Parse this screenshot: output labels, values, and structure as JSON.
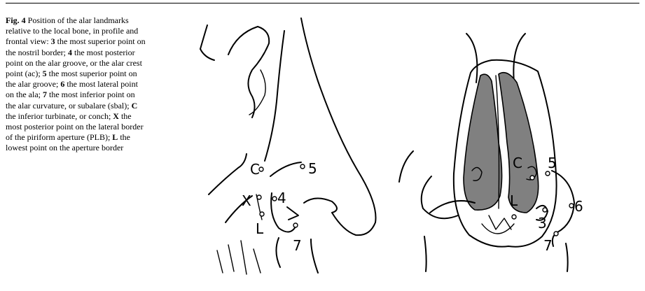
{
  "caption": {
    "fig_label": "Fig. 4",
    "intro": "Position of the alar landmarks relative to the local bone, in profile and frontal view:",
    "items": [
      {
        "key": "3",
        "text": "the most superior point on the nostril border;"
      },
      {
        "key": "4",
        "text": "the most posterior point on the alar groove, or the alar crest point (ac);"
      },
      {
        "key": "5",
        "text": "the most superior point on the alar groove;"
      },
      {
        "key": "6",
        "text": "the most lateral point on the ala;"
      },
      {
        "key": "7",
        "text": "the most inferior point on the alar curvature, or subalare (sbal);"
      },
      {
        "key": "C",
        "text": "the inferior turbinate, or conch;"
      },
      {
        "key": "X",
        "text": "the most posterior point on the lateral border of the piriform aperture (PLB);"
      },
      {
        "key": "L",
        "text": "the lowest point on the aperture border"
      }
    ]
  },
  "figure": {
    "profile_labels": {
      "c": "C",
      "x": "X",
      "l": "L",
      "p4": "4",
      "p5": "5",
      "p7": "7"
    },
    "frontal_labels": {
      "c": "C",
      "l": "L",
      "p3": "3",
      "p5": "5",
      "p6": "6",
      "p7": "7"
    }
  }
}
